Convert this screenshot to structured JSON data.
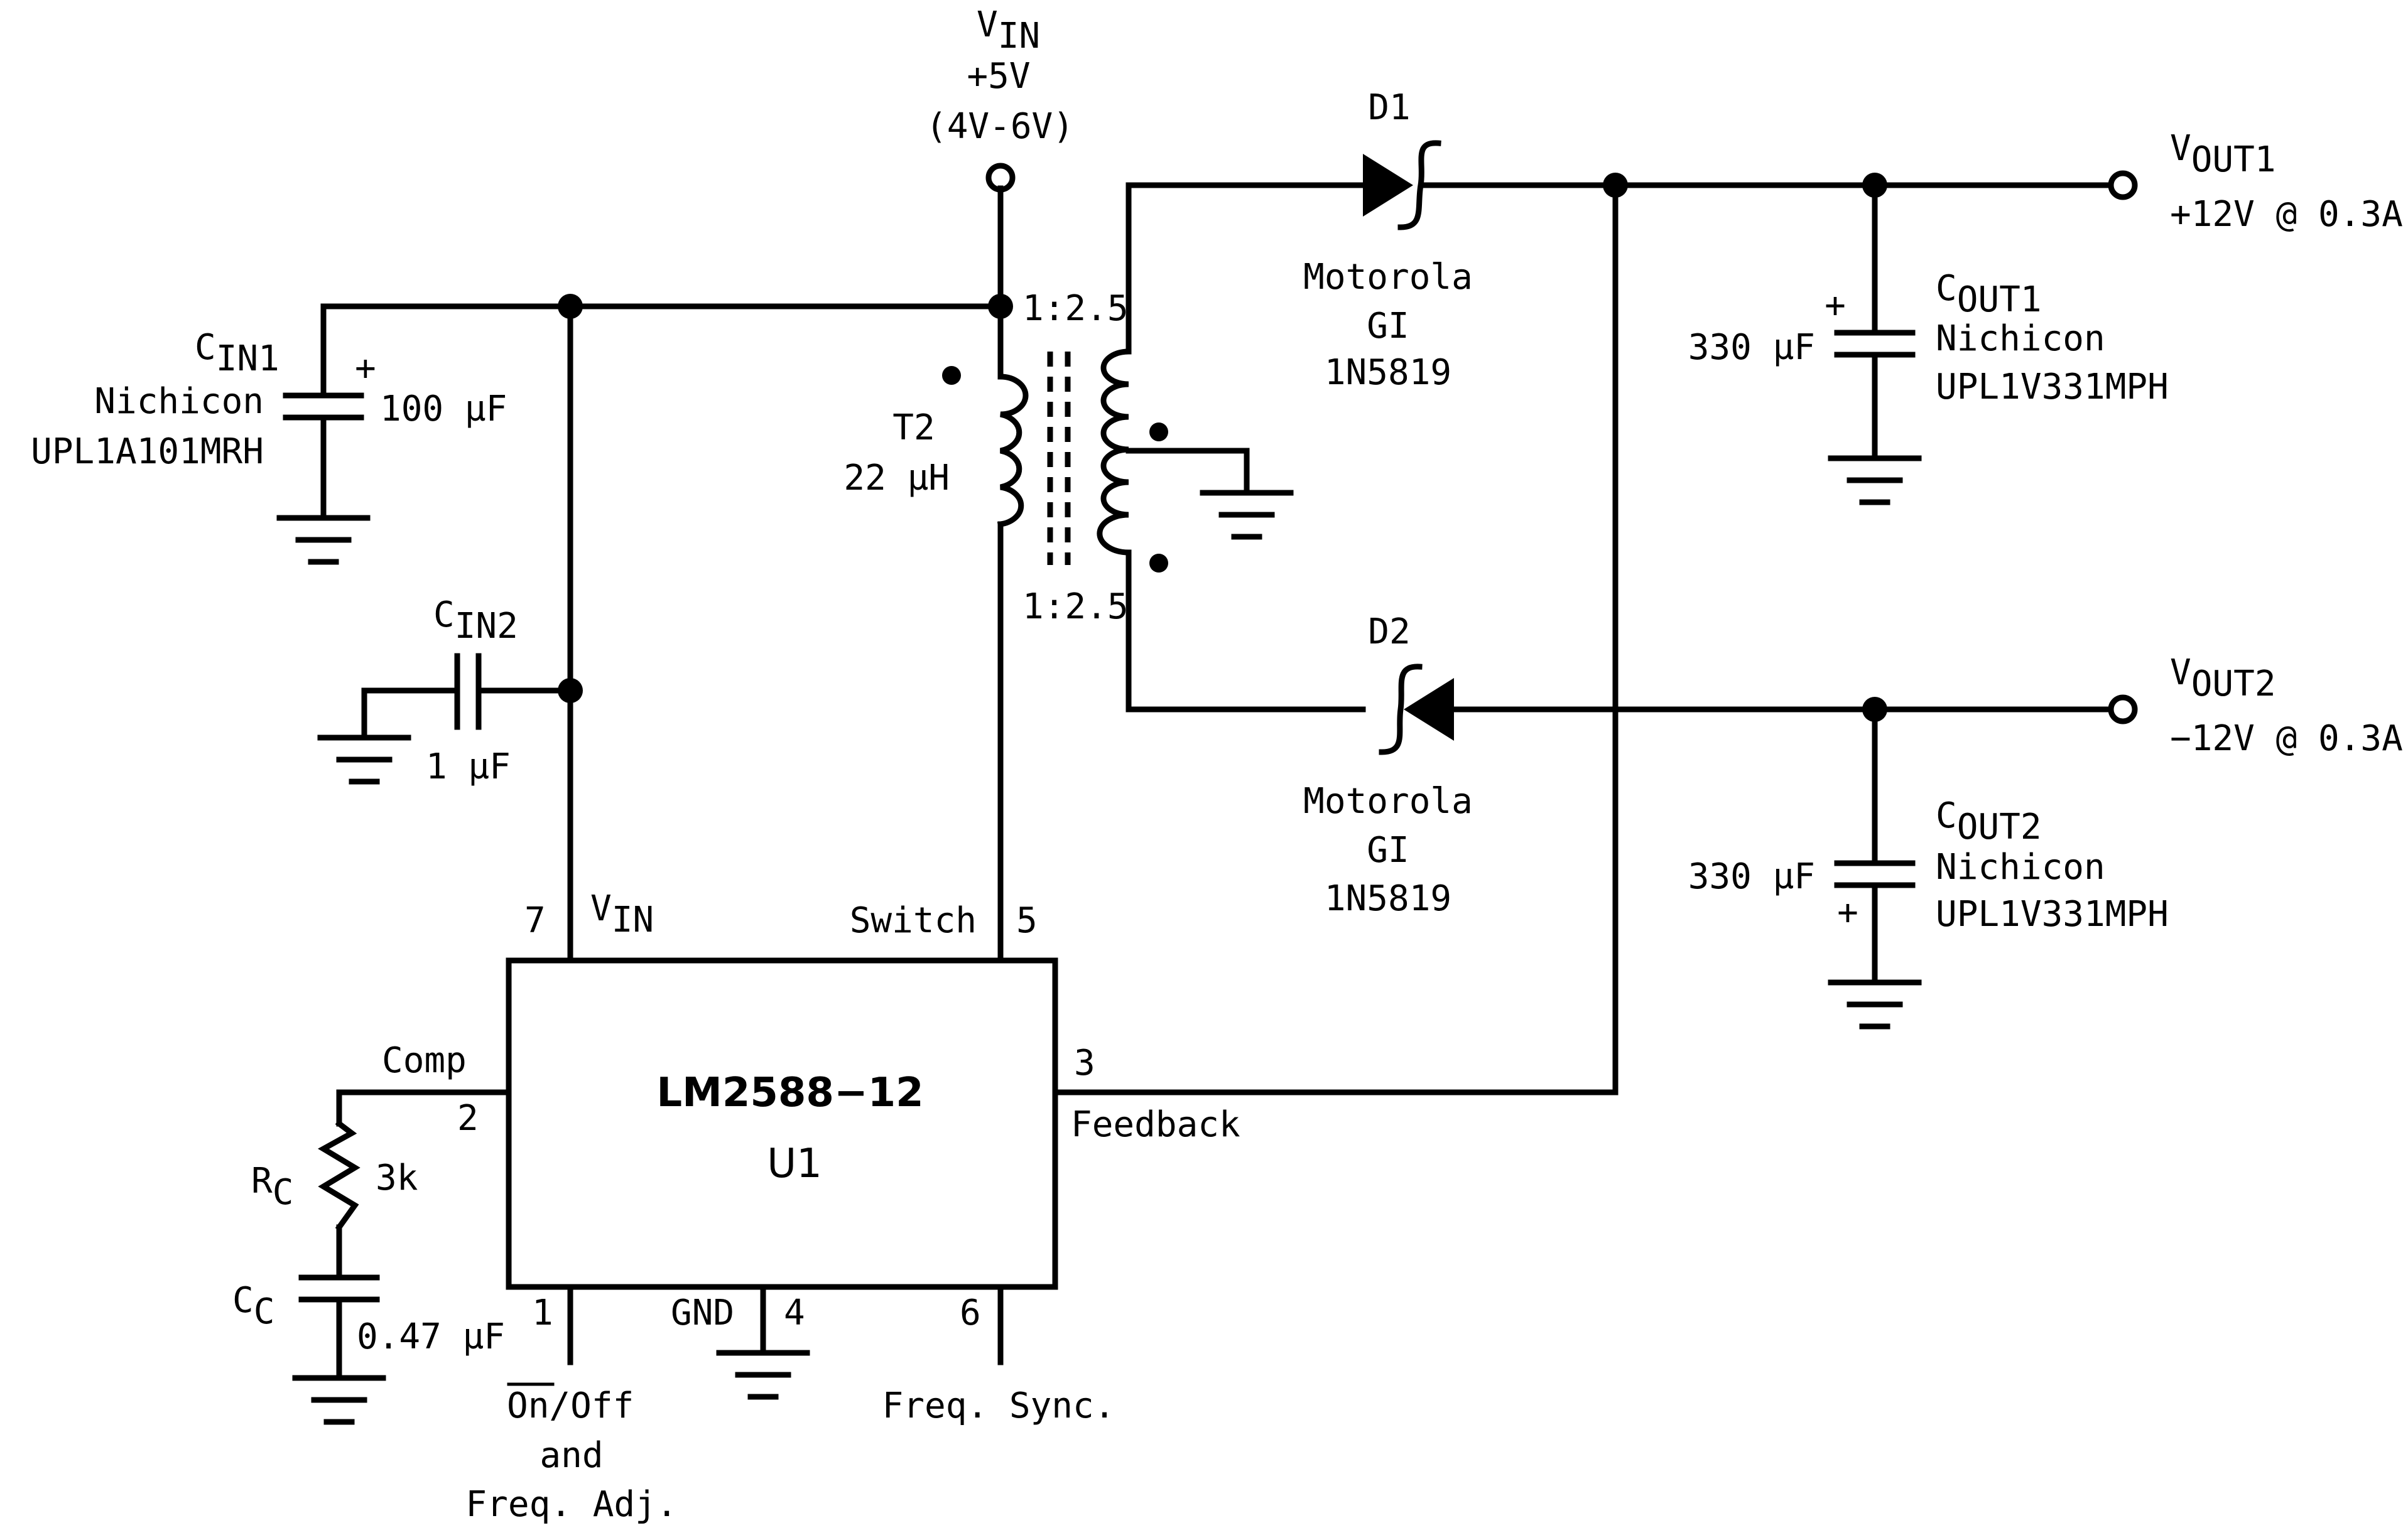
{
  "ic": {
    "name": "LM2588−12",
    "ref": "U1"
  },
  "pins": {
    "vin_num": "7",
    "vin_base": "V",
    "vin_sub": "IN",
    "switch_label": "Switch",
    "switch_num": "5",
    "comp_label": "Comp",
    "comp_num": "2",
    "feedback_num": "3",
    "feedback_label": "Feedback",
    "onoff_num": "1",
    "onoff_line1": "On/Off",
    "onoff_line2": "and",
    "onoff_line3": "Freq. Adj.",
    "gnd_label": "GND",
    "gnd_num": "4",
    "sync_num": "6",
    "sync_label": "Freq. Sync."
  },
  "vin": {
    "base": "V",
    "sub": "IN",
    "voltage": "+5V",
    "range": "(4V-6V)"
  },
  "cin1": {
    "base": "C",
    "sub": "IN1",
    "maker": "Nichicon",
    "part": "UPL1A101MRH",
    "value": "100 µF",
    "polarity": "+"
  },
  "cin2": {
    "base": "C",
    "sub": "IN2",
    "value": "1 µF"
  },
  "t2": {
    "ref": "T2",
    "value": "22 µH",
    "ratio_top": "1:2.5",
    "ratio_bottom": "1:2.5"
  },
  "d1": {
    "ref": "D1",
    "maker1": "Motorola",
    "maker2": "GI",
    "part": "1N5819"
  },
  "d2": {
    "ref": "D2",
    "maker1": "Motorola",
    "maker2": "GI",
    "part": "1N5819"
  },
  "cout1": {
    "base": "C",
    "sub": "OUT1",
    "maker": "Nichicon",
    "part": "UPL1V331MPH",
    "value": "330 µF",
    "polarity": "+"
  },
  "cout2": {
    "base": "C",
    "sub": "OUT2",
    "maker": "Nichicon",
    "part": "UPL1V331MPH",
    "value": "330 µF",
    "polarity": "+"
  },
  "vout1": {
    "base": "V",
    "sub": "OUT1",
    "rating": "+12V @ 0.3A"
  },
  "vout2": {
    "base": "V",
    "sub": "OUT2",
    "rating": "−12V @ 0.3A"
  },
  "rc": {
    "base": "R",
    "sub": "C",
    "value": "3k"
  },
  "cc": {
    "base": "C",
    "sub": "C",
    "value": "0.47 µF"
  }
}
